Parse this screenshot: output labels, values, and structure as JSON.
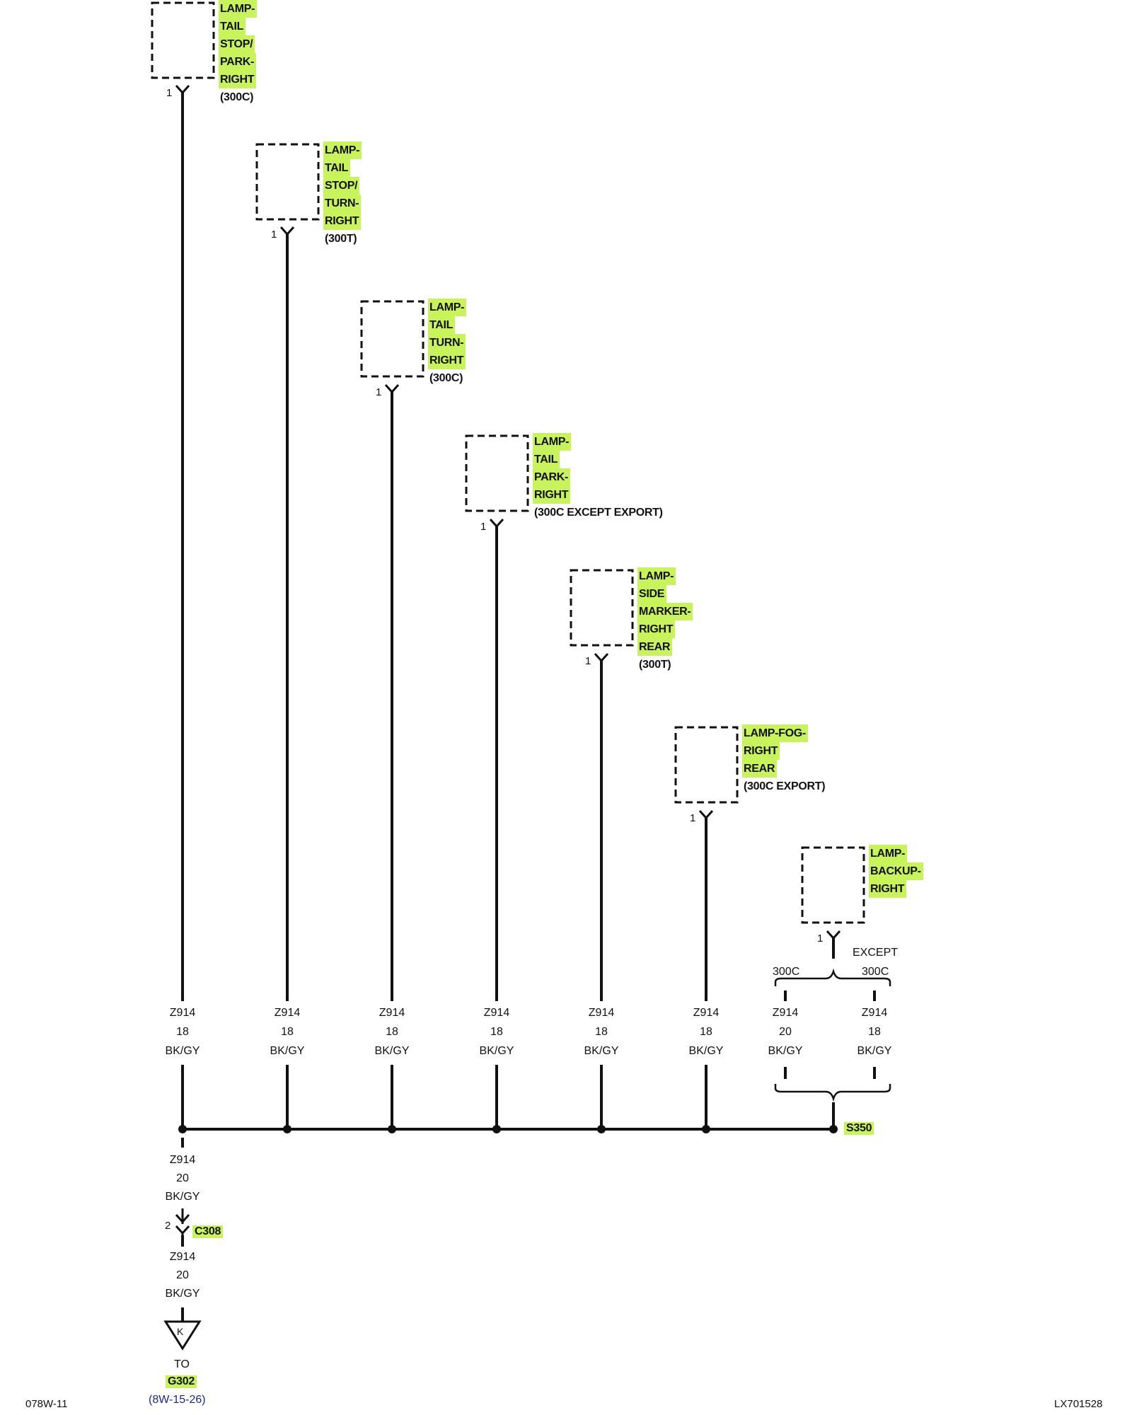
{
  "components": [
    {
      "lines": [
        "LAMP-",
        "TAIL",
        "STOP/",
        "PARK-",
        "RIGHT"
      ],
      "variant": "(300C)",
      "pin": "1"
    },
    {
      "lines": [
        "LAMP-",
        "TAIL",
        "STOP/",
        "TURN-",
        "RIGHT"
      ],
      "variant": "(300T)",
      "pin": "1"
    },
    {
      "lines": [
        "LAMP-",
        "TAIL",
        "TURN-",
        "RIGHT"
      ],
      "variant": "(300C)",
      "pin": "1"
    },
    {
      "lines": [
        "LAMP-",
        "TAIL",
        "PARK-",
        "RIGHT"
      ],
      "variant": "(300C EXCEPT EXPORT)",
      "pin": "1"
    },
    {
      "lines": [
        "LAMP-",
        "SIDE",
        "MARKER-",
        "RIGHT",
        "REAR"
      ],
      "variant": "(300T)",
      "pin": "1"
    },
    {
      "lines": [
        "LAMP-FOG-",
        "RIGHT",
        "REAR"
      ],
      "variant": "(300C EXPORT)",
      "pin": "1"
    },
    {
      "lines": [
        "LAMP-",
        "BACKUP-",
        "RIGHT"
      ],
      "variant": "",
      "pin": "1"
    }
  ],
  "wires": [
    {
      "circuit": "Z914",
      "gauge": "18",
      "color": "BK/GY"
    },
    {
      "circuit": "Z914",
      "gauge": "18",
      "color": "BK/GY"
    },
    {
      "circuit": "Z914",
      "gauge": "18",
      "color": "BK/GY"
    },
    {
      "circuit": "Z914",
      "gauge": "18",
      "color": "BK/GY"
    },
    {
      "circuit": "Z914",
      "gauge": "18",
      "color": "BK/GY"
    },
    {
      "circuit": "Z914",
      "gauge": "18",
      "color": "BK/GY"
    },
    {
      "circuit": "Z914",
      "gauge": "20",
      "color": "BK/GY"
    },
    {
      "circuit": "Z914",
      "gauge": "18",
      "color": "BK/GY"
    }
  ],
  "branch_labels": {
    "left": "300C",
    "right_top": "EXCEPT",
    "right_bottom": "300C"
  },
  "splice": "S350",
  "bottom_wire_1": {
    "circuit": "Z914",
    "gauge": "20",
    "color": "BK/GY"
  },
  "connector": {
    "pin": "2",
    "name": "C308"
  },
  "bottom_wire_2": {
    "circuit": "Z914",
    "gauge": "20",
    "color": "BK/GY"
  },
  "ground": {
    "letter": "K",
    "to": "TO",
    "name": "G302",
    "ref": "(8W-15-26)"
  },
  "footer": {
    "left": "078W-11",
    "right": "LX701528"
  },
  "colors": {
    "highlight": "#c9f35a",
    "ref_text": "#1a2a8a"
  }
}
